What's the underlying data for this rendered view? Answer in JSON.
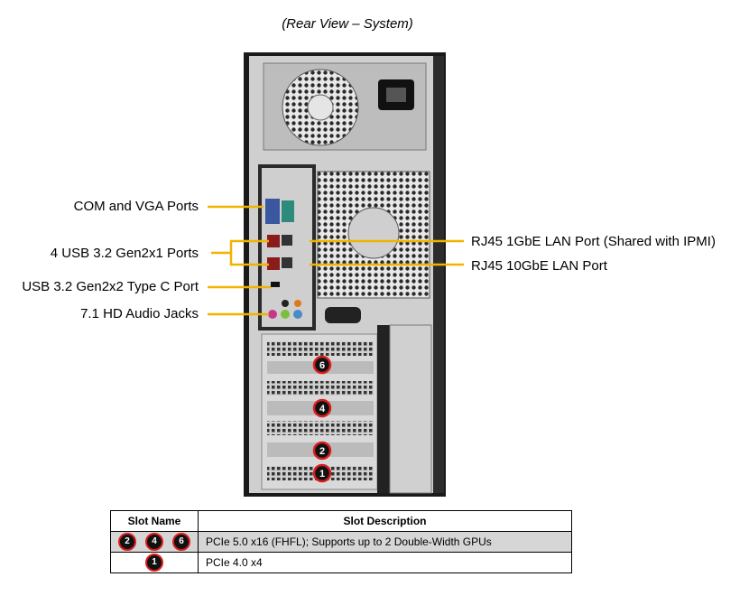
{
  "caption": "(Rear View – System)",
  "callouts": {
    "com_vga": "COM and VGA Ports",
    "usb_gen2x1": "4 USB 3.2 Gen2x1  Ports",
    "usb_typec": "USB 3.2 Gen2x2 Type C Port",
    "audio": "7.1 HD Audio Jacks",
    "lan_1g": "RJ45 1GbE LAN Port (Shared with IPMI)",
    "lan_10g": "RJ45 10GbE LAN Port"
  },
  "slot_badges": [
    "6",
    "4",
    "2",
    "1"
  ],
  "table": {
    "headers": [
      "Slot Name",
      "Slot Description"
    ],
    "rows": [
      {
        "slots": [
          "2",
          "4",
          "6"
        ],
        "description": "PCIe 5.0 x16 (FHFL);  Supports up to 2 Double-Width  GPUs"
      },
      {
        "slots": [
          "1"
        ],
        "description": "PCIe 4.0 x4"
      }
    ]
  },
  "colors": {
    "callout_line": "#f0b400",
    "badge_border": "#d81e1e",
    "chassis": "#1a1a1a",
    "panel": "#d4d4d4"
  }
}
